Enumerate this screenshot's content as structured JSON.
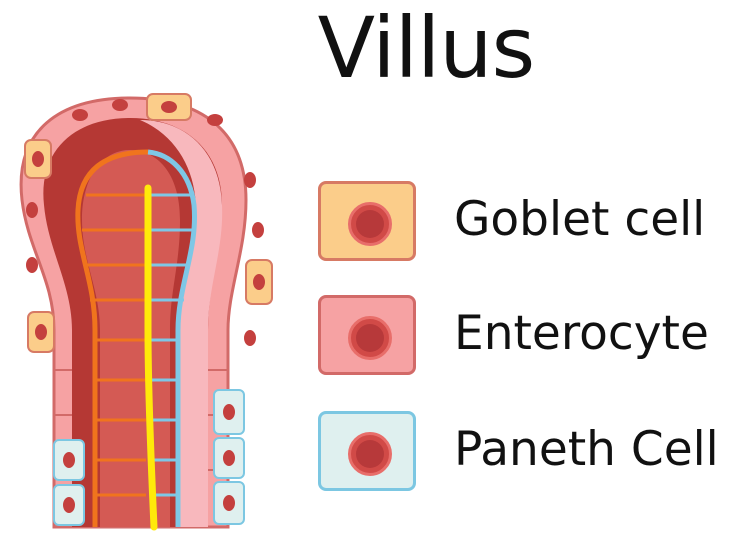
{
  "title": "Villus",
  "legend": [
    {
      "label": "Goblet cell",
      "fill": "#fbcd8a",
      "border": "#d77a64"
    },
    {
      "label": "Enterocyte",
      "fill": "#f6a2a3",
      "border": "#d26a68"
    },
    {
      "label": "Paneth Cell",
      "fill": "#dff0ef",
      "border": "#7cc7e2"
    }
  ],
  "colors": {
    "mucosa_dark": "#b53834",
    "mucosa_mid": "#d45a54",
    "lumen_pink": "#f8b8bd",
    "enterocyte_fill": "#f6a2a3",
    "goblet_fill": "#fbcd8a",
    "paneth_fill": "#dff0ef",
    "artery": "#f0741d",
    "vein": "#7ec7e6",
    "lacteal": "#ffe90a"
  }
}
